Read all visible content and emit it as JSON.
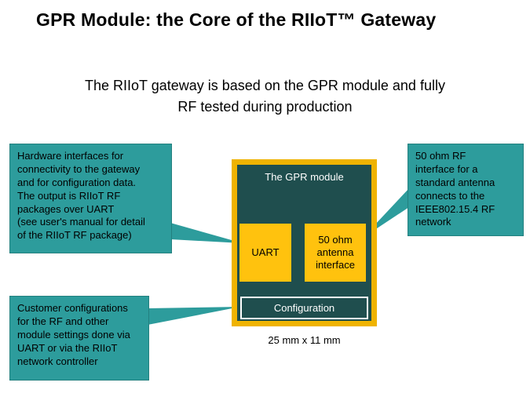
{
  "title": {
    "text": "GPR Module: the Core of the RIIoT™ Gateway"
  },
  "subtitle": {
    "text": "The RIIoT gateway is based on the GPR module and fully\nRF tested during production"
  },
  "callouts": {
    "hardware": "Hardware interfaces for\nconnectivity to the gateway\nand for configuration data.\nThe output is RIIoT RF\npackages over UART\n(see user's manual for detail\nof the RIIoT RF package)",
    "rf": "50 ohm RF\ninterface for a\nstandard antenna\nconnects to the\nIEEE802.15.4 RF\nnetwork",
    "config": "Customer configurations\nfor the RF and other\nmodule settings done via\nUART or via the RIIoT\nnetwork controller"
  },
  "module": {
    "label": "The GPR module",
    "uart": "UART",
    "antenna": "50 ohm\nantenna\ninterface",
    "configuration": "Configuration",
    "dimensions": "25 mm  x 11 mm"
  },
  "colors": {
    "callout_teal": "#2d9c9c",
    "module_gold": "#efb301",
    "chip_yellow": "#ffc20e",
    "module_dark_teal": "#1f4e4e",
    "text": "#000000",
    "background": "#ffffff"
  }
}
